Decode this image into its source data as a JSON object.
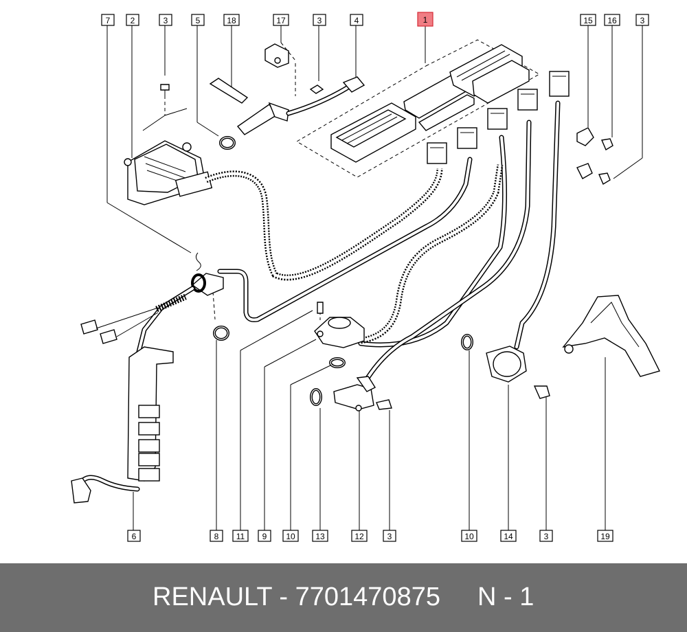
{
  "labels": [
    {
      "id": "7",
      "name": "callout-7"
    },
    {
      "id": "2",
      "name": "callout-2"
    },
    {
      "id": "3",
      "name": "callout-3-top-a"
    },
    {
      "id": "5",
      "name": "callout-5"
    },
    {
      "id": "18",
      "name": "callout-18"
    },
    {
      "id": "17",
      "name": "callout-17"
    },
    {
      "id": "3",
      "name": "callout-3-top-b"
    },
    {
      "id": "4",
      "name": "callout-4"
    },
    {
      "id": "1",
      "name": "callout-1",
      "highlight": true
    },
    {
      "id": "15",
      "name": "callout-15"
    },
    {
      "id": "16",
      "name": "callout-16"
    },
    {
      "id": "3",
      "name": "callout-3-top-c"
    },
    {
      "id": "6",
      "name": "callout-6"
    },
    {
      "id": "8",
      "name": "callout-8"
    },
    {
      "id": "11",
      "name": "callout-11"
    },
    {
      "id": "9",
      "name": "callout-9"
    },
    {
      "id": "10",
      "name": "callout-10-a"
    },
    {
      "id": "13",
      "name": "callout-13"
    },
    {
      "id": "12",
      "name": "callout-12"
    },
    {
      "id": "3",
      "name": "callout-3-bottom-a"
    },
    {
      "id": "10",
      "name": "callout-10-b"
    },
    {
      "id": "14",
      "name": "callout-14"
    },
    {
      "id": "3",
      "name": "callout-3-bottom-b"
    },
    {
      "id": "19",
      "name": "callout-19"
    }
  ],
  "footer": {
    "part_text": "RENAULT - 7701470875",
    "ref_text": "N - 1"
  },
  "colors": {
    "highlight_fill": "#f07d84",
    "highlight_stroke": "#d62a35",
    "footer_bg": "#6e6e6e"
  }
}
